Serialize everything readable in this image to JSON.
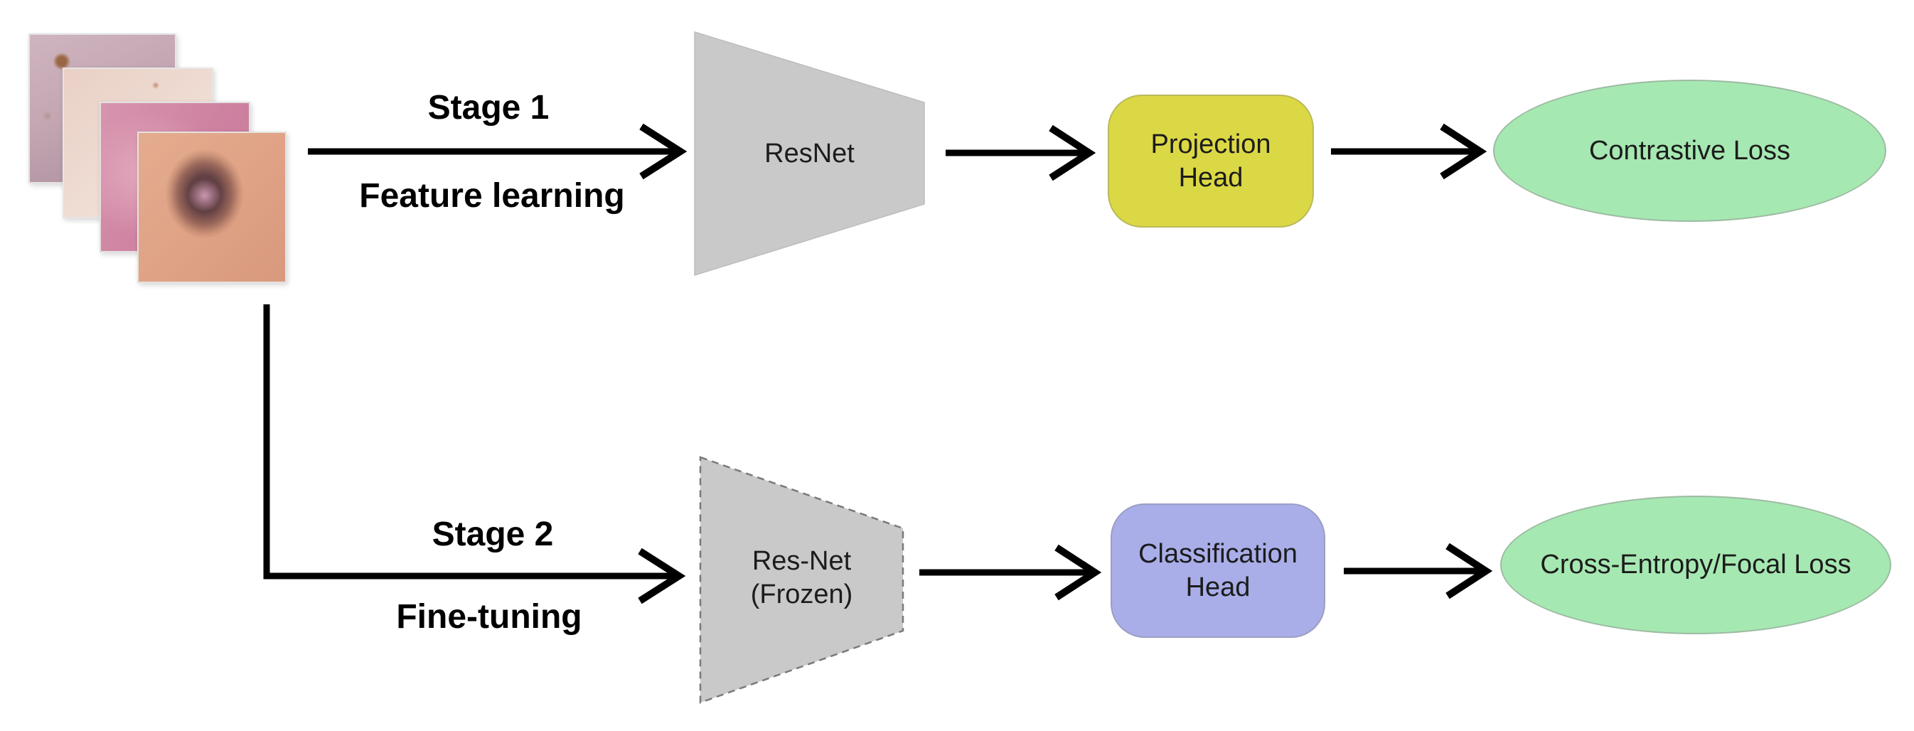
{
  "colors": {
    "background": "#ffffff",
    "encoder_fill": "#c9c9c9",
    "encoder_border": "#bdbdbd",
    "frozen_dashed_border": "#7a7a7a",
    "projection_head_fill": "#dbd845",
    "classification_head_fill": "#a9aee9",
    "loss_fill": "#a6e8b2",
    "arrow": "#000000",
    "text": "#1c1c1c"
  },
  "input_stack": {
    "images": [
      "skin-lesion-photo-1",
      "skin-lesion-photo-2",
      "skin-lesion-photo-3",
      "skin-lesion-photo-4"
    ]
  },
  "icons": {
    "flow_arrow": "right-arrow",
    "branch_connector": "elbow-down-right-arrow"
  },
  "stage1": {
    "title": "Stage 1",
    "subtitle": "Feature learning",
    "encoder_label": "ResNet",
    "head_lines": [
      "Projection",
      "Head"
    ],
    "loss_label": "Contrastive Loss"
  },
  "stage2": {
    "title": "Stage 2",
    "subtitle": "Fine-tuning",
    "encoder_lines": [
      "Res-Net",
      "(Frozen)"
    ],
    "head_lines": [
      "Classification",
      "Head"
    ],
    "loss_label": "Cross-Entropy/Focal Loss"
  }
}
